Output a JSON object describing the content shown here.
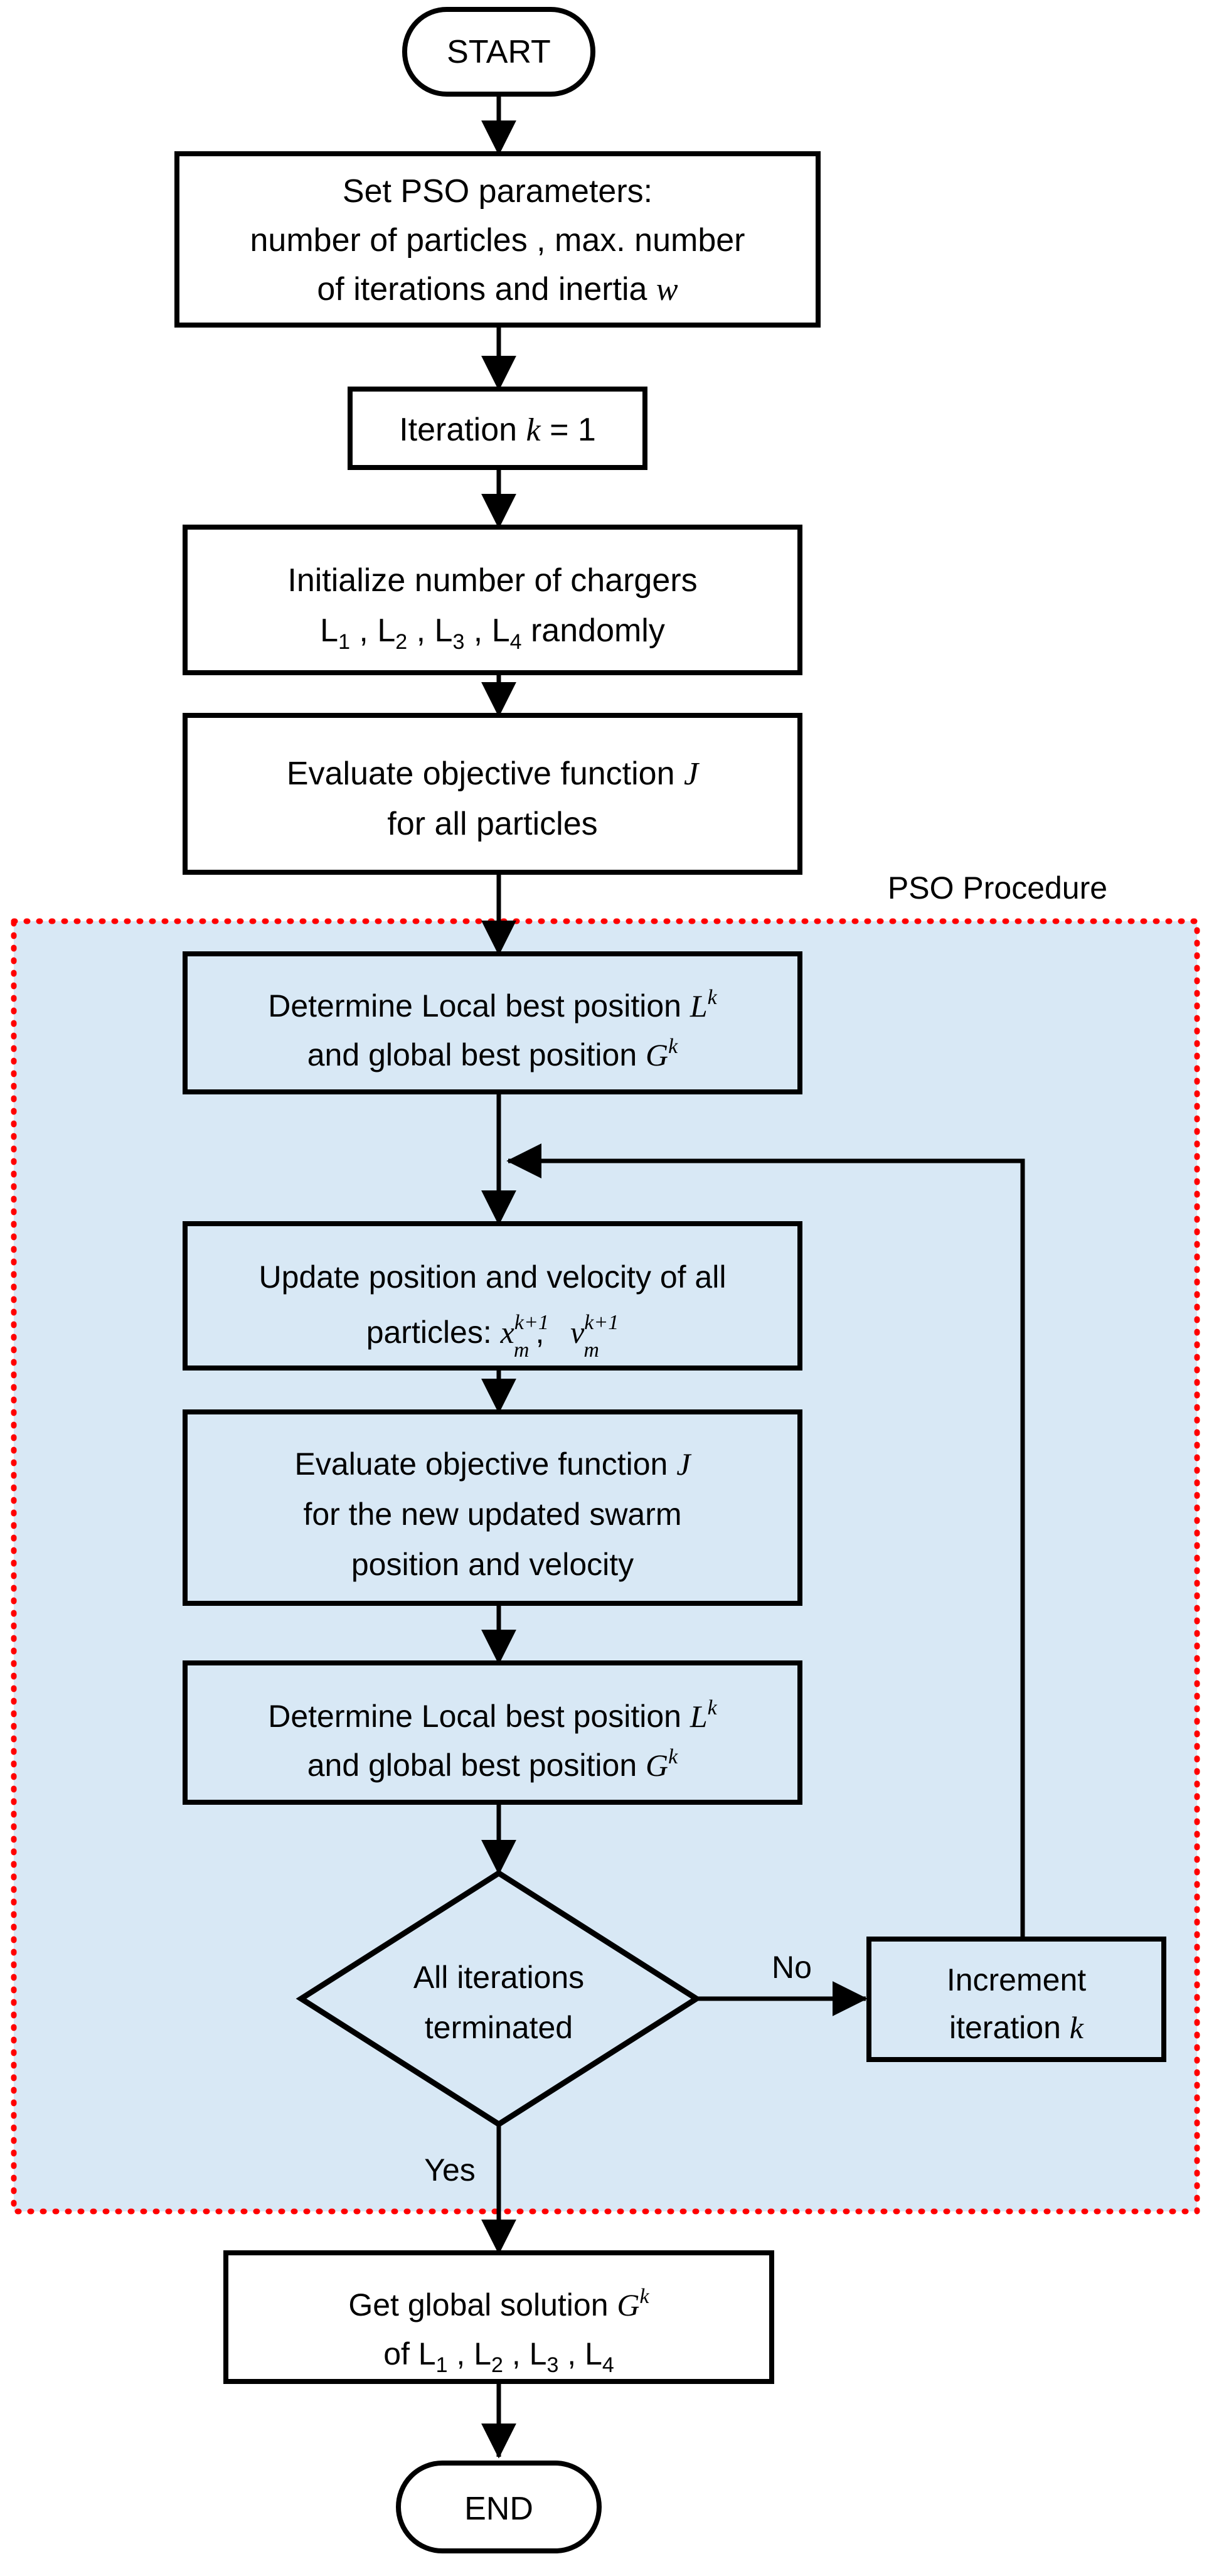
{
  "diagram": {
    "title_label": "PSO Procedure",
    "nodes": {
      "start": {
        "label": "START"
      },
      "set_params": {
        "line1": "Set PSO parameters:",
        "line2": "number of particles , max. number",
        "line3_a": "of iterations and inertia ",
        "line3_b": "w"
      },
      "iteration_init": {
        "line1_a": "Iteration ",
        "line1_b": "k",
        "line1_c": " = 1"
      },
      "initialize_chargers": {
        "line1": "Initialize number of chargers",
        "line2_L": "L",
        "line2_s1": "1",
        "line2_s2": "2",
        "line2_s3": "3",
        "line2_s4": "4",
        "line2_tail": " randomly",
        "sep": " , "
      },
      "evaluate_all": {
        "line1_a": "Evaluate objective function ",
        "line1_b": "J",
        "line2": "for all particles"
      },
      "determine_best_1": {
        "line1_a": "Determine Local best position  ",
        "line1_b": "L",
        "line1_sup": "k",
        "line2_a": "and global best position  ",
        "line2_b": "G",
        "line2_sup": "k"
      },
      "update_pos_vel": {
        "line1": "Update position and velocity of all",
        "line2_a": "particles:   ",
        "line2_x": "x",
        "line2_x_sub": "m",
        "line2_x_sup": "k+1",
        "line2_comma": ",",
        "line2_v": "v",
        "line2_v_sub": "m",
        "line2_v_sup": "k+1"
      },
      "evaluate_updated": {
        "line1_a": "Evaluate objective function ",
        "line1_b": "J",
        "line2": "for the new updated swarm",
        "line3": "position and velocity"
      },
      "determine_best_2": {
        "line1_a": "Determine Local best position  ",
        "line1_b": "L",
        "line1_sup": "k",
        "line2_a": "and global best position  ",
        "line2_b": "G",
        "line2_sup": "k"
      },
      "decision": {
        "line1": "All iterations",
        "line2": "terminated"
      },
      "increment": {
        "line1": "Increment",
        "line2_a": "iteration ",
        "line2_b": "k"
      },
      "get_solution": {
        "line1_a": "Get global solution  ",
        "line1_b": "G",
        "line1_sup": "k",
        "line2_pre": "of ",
        "line2_L": "L",
        "line2_s1": "1",
        "line2_s2": "2",
        "line2_s3": "3",
        "line2_s4": "4",
        "sep": " , "
      },
      "end": {
        "label": "END"
      }
    },
    "edges": {
      "no_label": "No",
      "yes_label": "Yes"
    },
    "colors": {
      "pso_fill": "#d8e8f5",
      "pso_border": "#ff0000",
      "node_stroke": "#000000",
      "node_fill": "#ffffff",
      "text": "#000000"
    }
  }
}
